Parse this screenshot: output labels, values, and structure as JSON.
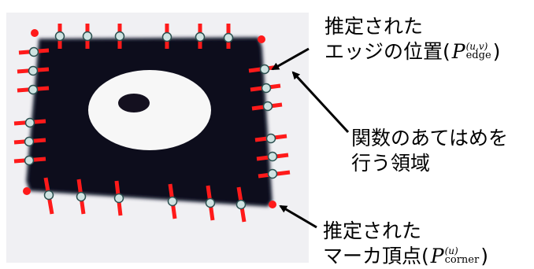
{
  "labels": {
    "edge_line1": "推定された",
    "edge_line2": "エッジの位置",
    "edge_symbol": "P",
    "edge_sup": "(u,v)",
    "edge_sub": "edge",
    "region_line1": "関数のあてはめを",
    "region_line2": "行う領域",
    "corner_line1": "推定された",
    "corner_line2": "マーカ頂点",
    "corner_symbol": "P",
    "corner_sup": "(u)",
    "corner_sub": "corner"
  },
  "colors": {
    "marker": "#0f0e1e",
    "hole": "#14101f",
    "disk": "#f7f7f7",
    "red": "#ff1a1a",
    "point_fill": "#cfe3e2",
    "point_stroke": "#2b4f4f",
    "arrow": "#000000"
  }
}
